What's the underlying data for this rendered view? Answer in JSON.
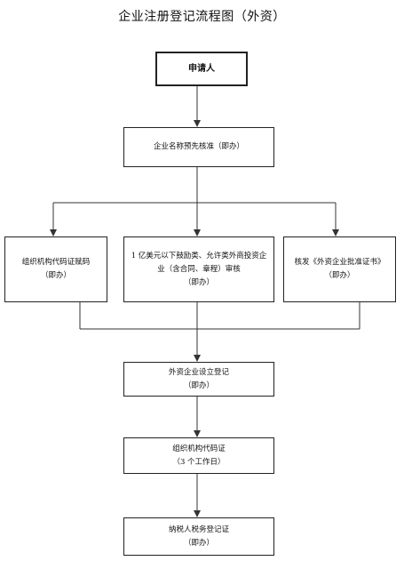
{
  "title": "企业注册登记流程图（外资）",
  "nodes": {
    "applicant": {
      "label": "申请人"
    },
    "name_precheck": {
      "label": "企业名称预先核准（即办）"
    },
    "org_code_assign": {
      "line1": "组织机构代码证赋码",
      "line2": "（即办）"
    },
    "foreign_review": {
      "line1": "1 亿美元以下鼓励类、允许类外商投资企",
      "line2": "业（含合同、章程）审核",
      "line3": "（即办）"
    },
    "approval_cert": {
      "line1": "核发《外资企业批准证书》",
      "line2": "（即办）"
    },
    "establishment_reg": {
      "line1": "外资企业设立登记",
      "line2": "（即办）"
    },
    "org_code_cert": {
      "line1": "组织机构代码证",
      "line2": "（3 个工作日）"
    },
    "tax_reg": {
      "line1": "纳税人税务登记证",
      "line2": "（即办）"
    }
  }
}
